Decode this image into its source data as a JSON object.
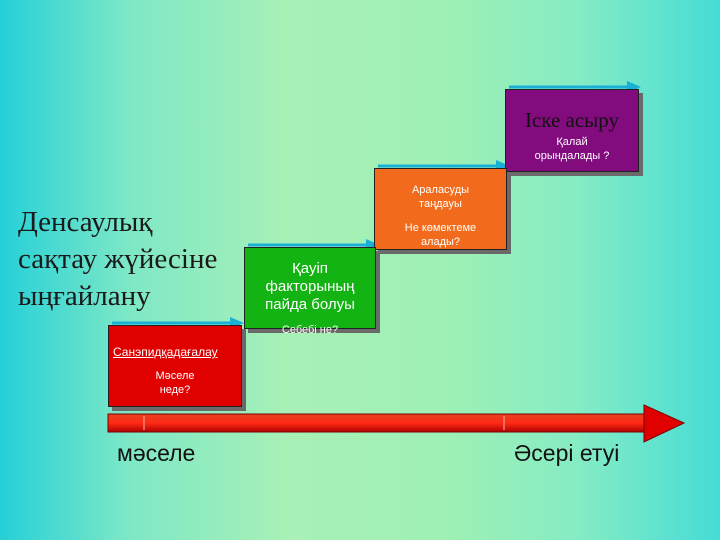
{
  "title": "Денсаулық сақтау жүйесіне ыңғайлану",
  "steps": [
    {
      "title": "Iске асыру",
      "subtitle": "Қалай орындалады ?",
      "color": "#820c7e"
    },
    {
      "title": "Араласуды таңдауы",
      "subtitle": "Не көмектеме алады?",
      "color": "#f26a1b"
    },
    {
      "title": "Қауiп факторының пайда болуы",
      "subtitle": "Себебi не?",
      "color": "#12b312"
    },
    {
      "title": "Санэпидқадағалау",
      "subtitle": "Мәселе неде?",
      "color": "#e10000"
    }
  ],
  "axis": {
    "start_label": "мәселе",
    "end_label": "Әсерi етуi",
    "color": "#e00000"
  },
  "step_arrow_color": "#1ab0d6"
}
